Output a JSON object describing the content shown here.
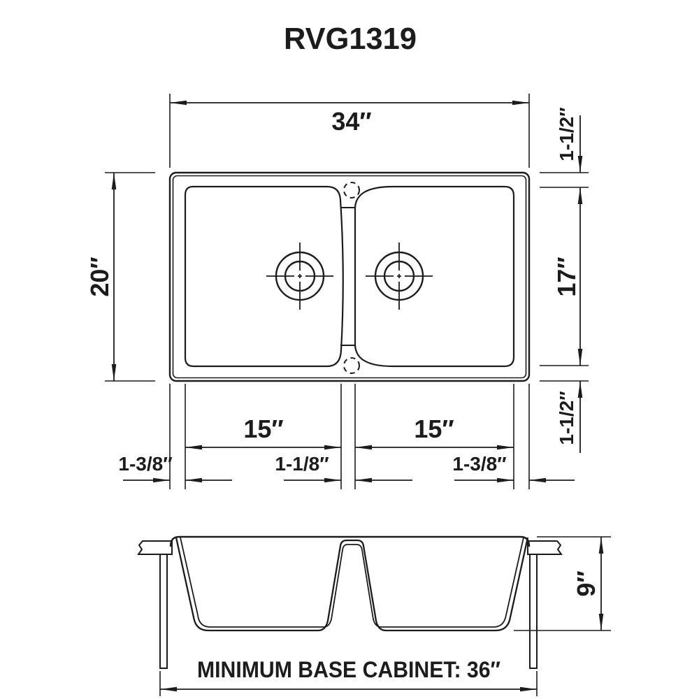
{
  "title": "RVG1319",
  "colors": {
    "ink": "#1c1c1c",
    "background": "#ffffff"
  },
  "top_view": {
    "overall_width": "34″",
    "overall_depth": "20″",
    "top_rail_width": "1-1/2″",
    "bowl_front_to_back": "17″",
    "bottom_rail_width": "1-1/2″",
    "left_bowl_width": "15″",
    "right_bowl_width": "15″",
    "left_rail_width": "1-3/8″",
    "divider_width": "1-1/8″",
    "right_rail_width": "1-3/8″"
  },
  "side_view": {
    "bowl_depth": "9″",
    "cabinet_note": "MINIMUM BASE CABINET: 36″"
  }
}
